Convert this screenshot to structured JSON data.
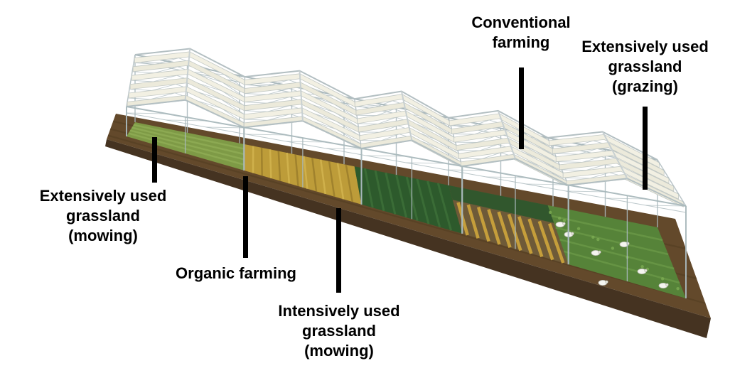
{
  "figure": {
    "background": "#ffffff",
    "annotations": {
      "conventional": "Conventional\nfarming",
      "grazing_right": "Extensively used\ngrassland\n(grazing)",
      "mowing_left": "Extensively used\ngrassland\n(mowing)",
      "organic": "Organic farming",
      "intensive": "Intensively used\ngrassland\n(mowing)"
    },
    "zones": [
      {
        "name": "Extensively used grassland (mowing)",
        "color": "#7e9a46"
      },
      {
        "name": "Organic farming",
        "color": "#bd9c39"
      },
      {
        "name": "Intensively used grassland (mowing)",
        "color": "#2d5a2c"
      },
      {
        "name": "Conventional farming",
        "color": "#6e5a38"
      },
      {
        "name": "Extensively used grassland (grazing)",
        "color": "#568339"
      }
    ],
    "colors": {
      "soil_top": "#63492b",
      "soil_front": "#453321",
      "soil_streak": "#4f3b20",
      "frame": "#a9b8bc",
      "roof_slat": "#f2f0e3",
      "roof_slat_alt": "#eceadb",
      "roof_slat_edge": "#c3c9c5",
      "gable_edge": "#b3bfc2",
      "sheep": "#f5f5f0",
      "pointer": "#000000",
      "label_text": "#000000"
    }
  }
}
